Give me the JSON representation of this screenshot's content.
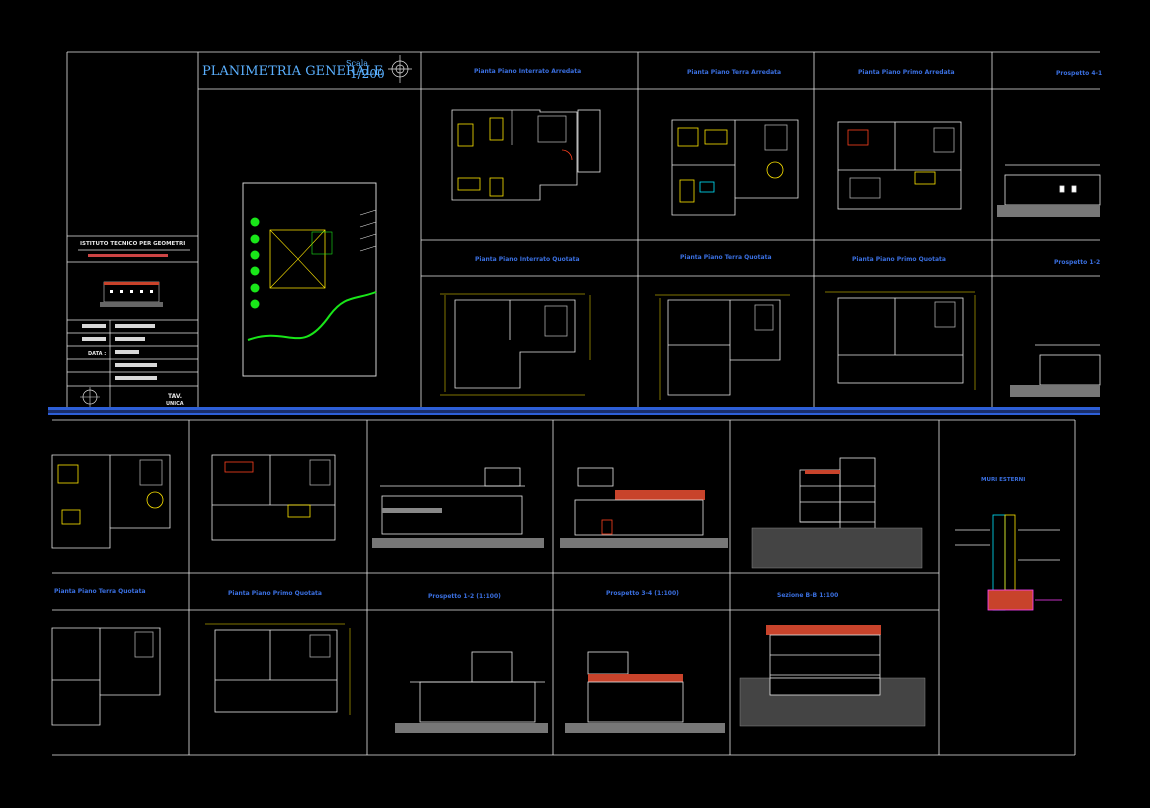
{
  "colors": {
    "background": "#000000",
    "frame": "#e6e6e6",
    "cyan": "#00e5ff",
    "yellow": "#ffe600",
    "green": "#19e619",
    "red": "#ff4020",
    "magenta": "#ff40ff",
    "blue": "#2d5fd8",
    "gray": "#8a8a8a",
    "titleBlue": "#5ab0ff"
  },
  "site_plan": {
    "title": "PLANIMETRIA GENERALE",
    "scale_label": "Scala",
    "scale_value": "1/200"
  },
  "title_block": {
    "school": "ISTITUTO TECNICO PER GEOMETRI",
    "field_label": "DATA :",
    "sheet_label": "TAV.",
    "sheet_number": "UNICA"
  },
  "sheet_top": {
    "labels": [
      "Pianta Piano Interrato Arredata",
      "Pianta Piano Terra Arredata",
      "Pianta Piano Primo Arredata",
      "Prospetto 4-1",
      "Pianta Piano Interrato Quotata",
      "Pianta Piano Terra Quotata",
      "Pianta Piano Primo Quotata",
      "Prospetto 1-2"
    ]
  },
  "sheet_bottom": {
    "labels": [
      "Pianta Piano Terra Quotata",
      "Pianta Piano Primo Quotata",
      "Prospetto 1-2 (1:100)",
      "Prospetto 3-4 (1:100)",
      "Sezione B-B 1:100",
      "MURI ESTERNI"
    ]
  }
}
